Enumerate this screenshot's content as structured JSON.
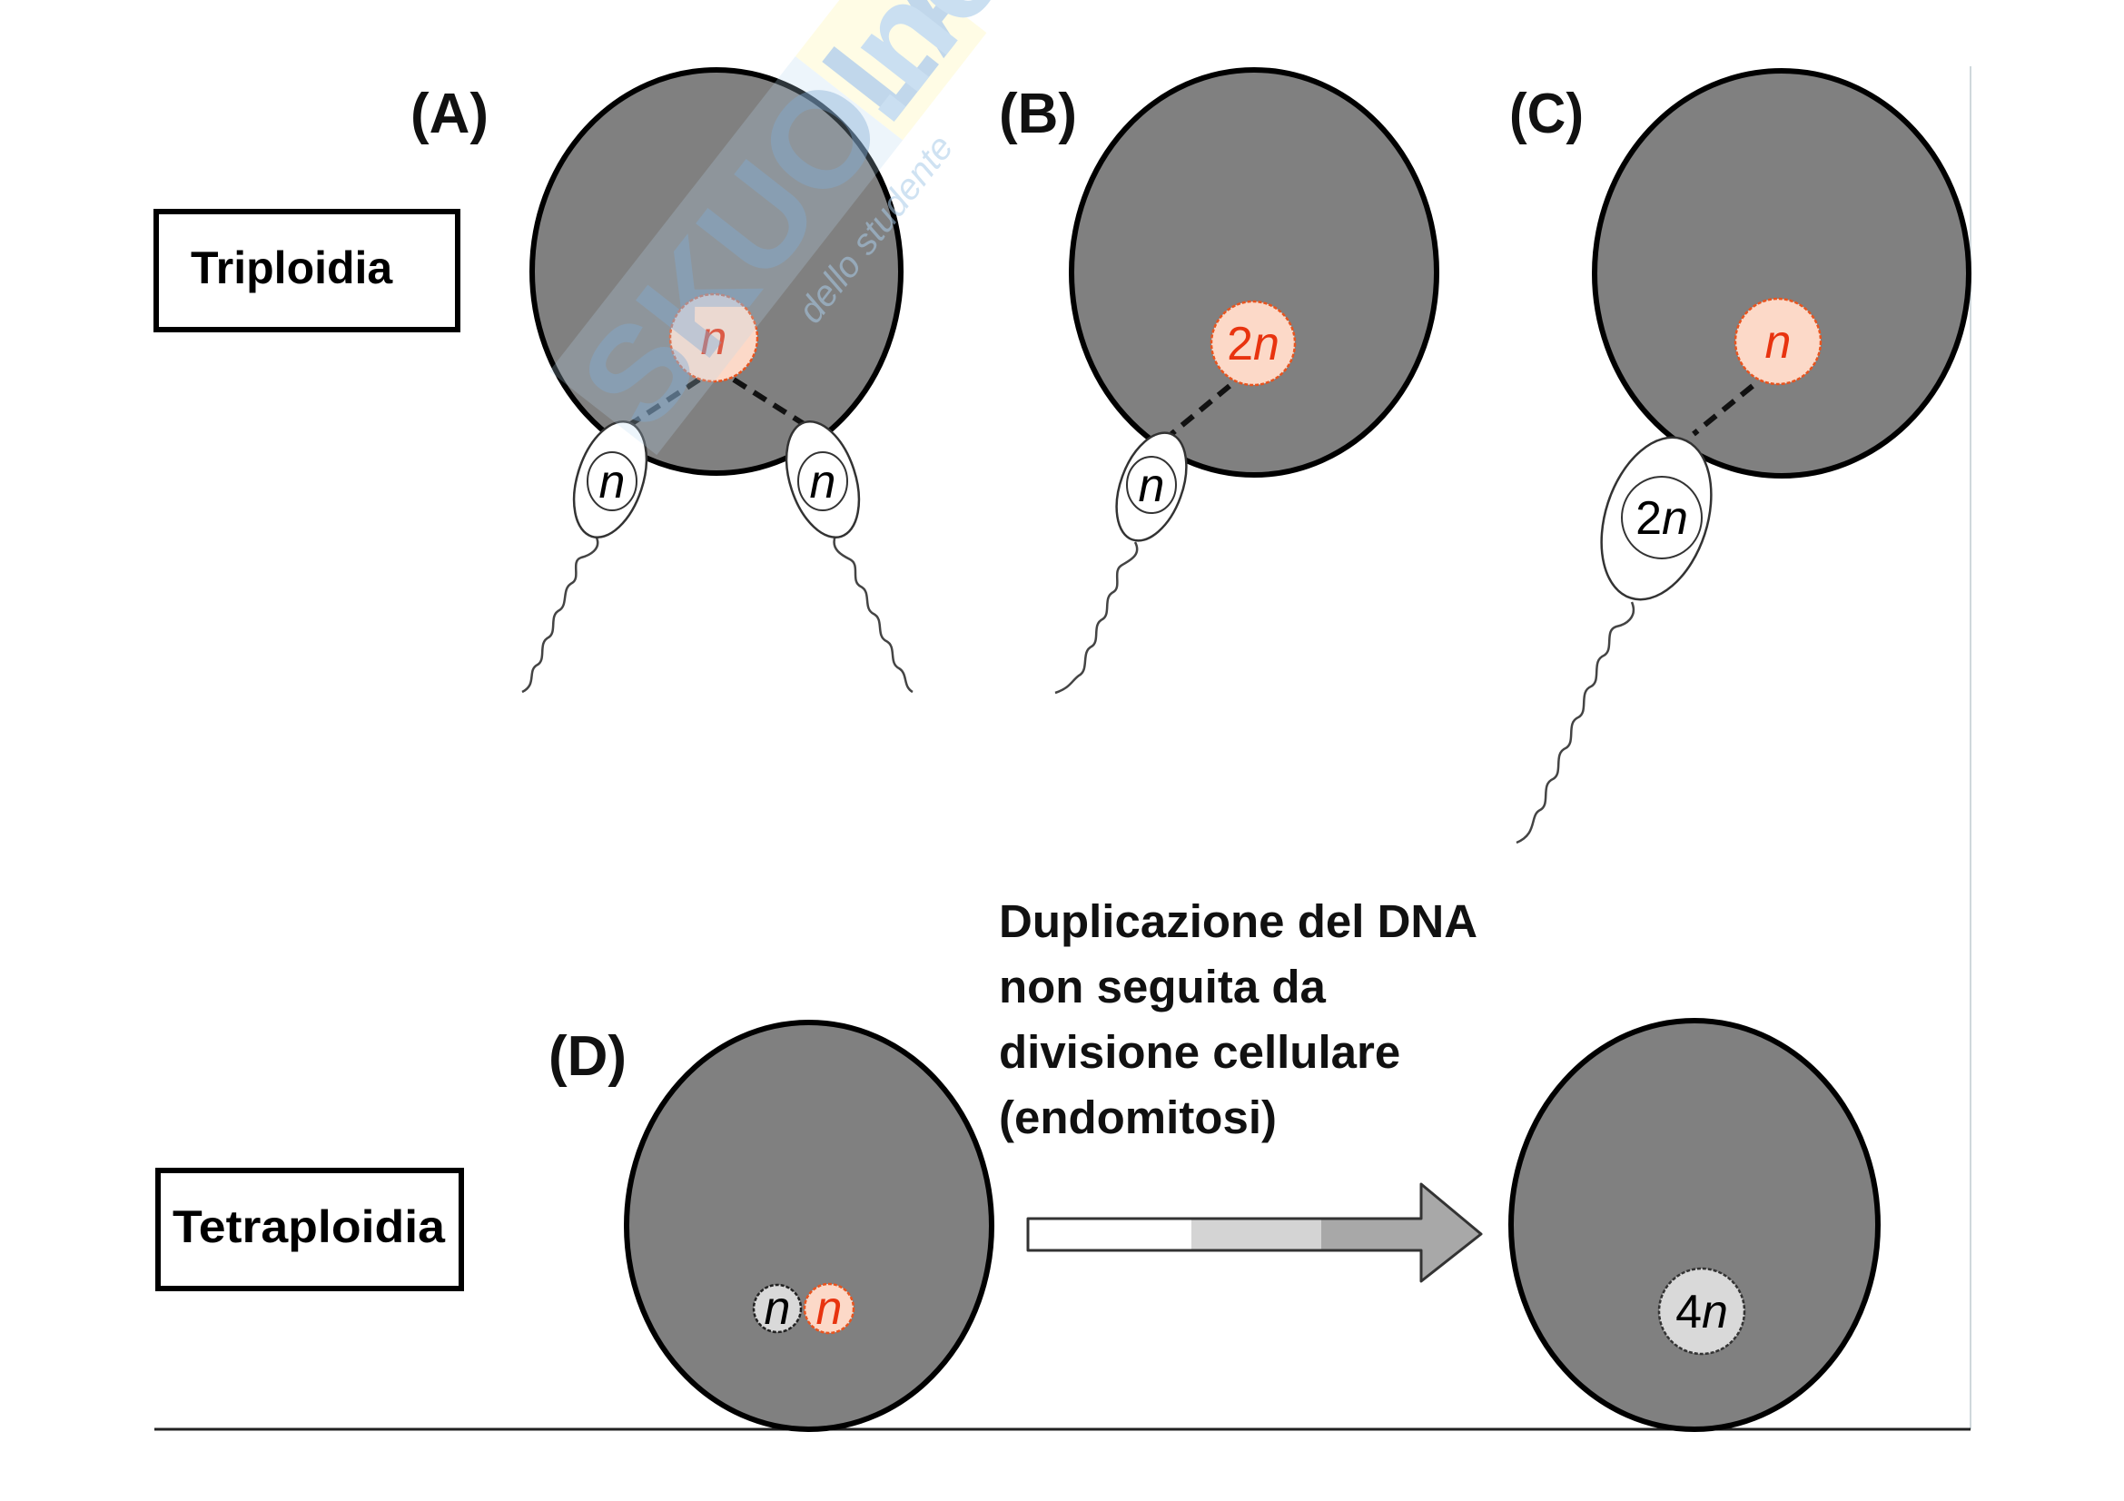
{
  "figure": {
    "row_labels": {
      "triploidy": "Triploidia",
      "tetraploidy": "Tetraploidia"
    },
    "panels": {
      "A": {
        "label": "(A)",
        "egg_nucleus": "n",
        "sperm_nuclei": [
          "n",
          "n"
        ]
      },
      "B": {
        "label": "(B)",
        "egg_nucleus": "2n",
        "sperm_nuclei": [
          "n"
        ]
      },
      "C": {
        "label": "(C)",
        "egg_nucleus": "n",
        "sperm_nuclei": [
          "2n"
        ]
      },
      "D": {
        "label": "(D)",
        "nuclei": [
          "n",
          "n"
        ],
        "result_nucleus": "4n"
      }
    },
    "process_text": [
      "Duplicazione del DNA",
      "non seguita da",
      "divisione cellulare",
      "(endomitosi)"
    ],
    "colors": {
      "cell_fill": "#808080",
      "cell_stroke": "#000000",
      "maternal_nucleus_fill": "#fcd9c8",
      "maternal_nucleus_text": "#e8330f",
      "paternal_nucleus_fill": "#ffffff",
      "fused_nucleus_fill": "#d9d9d9"
    },
    "watermark": {
      "brand": "SKUOLA",
      "brand_suffix": ".net",
      "tagline": "dello studente"
    }
  }
}
